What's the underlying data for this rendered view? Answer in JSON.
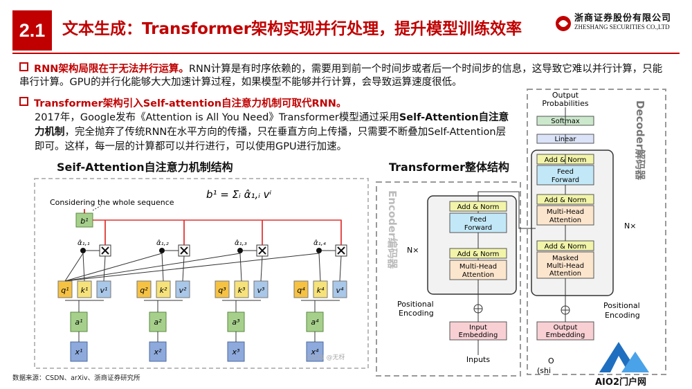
{
  "header": {
    "section_number": "2.1",
    "title": "文本生成：Transformer架构实现并行处理，提升模型训练效率",
    "logo_cn": "浙商证券股份有限公司",
    "logo_en": "ZHESHANG SECURITIES CO.,LTD"
  },
  "bullets": [
    {
      "lead": "RNN架构局限在于无法并行运算。",
      "text": "RNN计算是有时序依赖的，需要用到前一个时间步或者后一个时间步的信息，这导致它难以并行计算，只能串行计算。GPU的并行化能够大大加速计算过程，如果模型不能够并行计算，会导致运算速度很低。"
    },
    {
      "lead": "Transformer架构引入Self-attention自注意力机制可取代RNN。",
      "body_a": "2017年，Google发布《Attention is All You Need》Transformer模型通过采用",
      "body_bold": "Self-Attention自注意力机制",
      "body_b": "，完全抛弃了传统RNN在水平方向的传播，只在垂直方向上传播，只需要不断叠加Self-Attention层即可。这样，每一层的计算都可以并行进行，可以使用GPU进行加速。"
    }
  ],
  "self_attention": {
    "title": "Seif-Attention自注意力机制结构",
    "formula": "b¹ = Σᵢ α̂₁,ᵢ vⁱ",
    "caption": "Considering the whole sequence",
    "b_label": "b¹",
    "alpha": [
      "α̂₁,₁",
      "α̂₁,₂",
      "α̂₁,₃",
      "α̂₁,₄"
    ],
    "groups": [
      {
        "q": "q¹",
        "k": "k¹",
        "v": "v¹",
        "a": "a¹",
        "x": "x¹"
      },
      {
        "q": "q²",
        "k": "k²",
        "v": "v²",
        "a": "a²",
        "x": "x²"
      },
      {
        "q": "q³",
        "k": "k³",
        "v": "v³",
        "a": "a³",
        "x": "x³"
      },
      {
        "q": "q⁴",
        "k": "k⁴",
        "v": "v⁴",
        "a": "a⁴",
        "x": "x⁴"
      }
    ],
    "watermark": "CSDN @无枒"
  },
  "transformer": {
    "title": "Transformer整体结构",
    "encoder_label": "Encoder编码器",
    "decoder_label": "Decoder解码器",
    "nx": "N×",
    "add_norm": "Add & Norm",
    "feed_forward": [
      "Feed",
      "Forward"
    ],
    "multi_head": [
      "Multi-Head",
      "Attention"
    ],
    "masked_mha": [
      "Masked",
      "Multi-Head",
      "Attention"
    ],
    "input_embedding": [
      "Input",
      "Embedding"
    ],
    "output_embedding": [
      "Output",
      "Embedding"
    ],
    "positional_encoding": [
      "Positional",
      "Encoding"
    ],
    "inputs": "Inputs",
    "outputs_partial": [
      "O",
      "(shi"
    ],
    "linear": "Linear",
    "softmax": "Softmax",
    "output_probabilities": [
      "Output",
      "Probabilities"
    ]
  },
  "source": "数据来源：CSDN、arXiv、浙商证券研究所",
  "watermark_brand": "AIO2门户网",
  "colors": {
    "accent": "#c00000",
    "ff": "#c2e8f7",
    "attn": "#fce5cd",
    "addnorm": "#f2f5a9",
    "linear": "#dbe3f8",
    "softmax": "#cce8cc",
    "embed": "#f8d0d4",
    "q": "#f6c244",
    "k": "#f6e27a",
    "v": "#a9c7e8",
    "a": "#a6cf8c",
    "x": "#8ea9db",
    "b": "#a6cf8c"
  }
}
